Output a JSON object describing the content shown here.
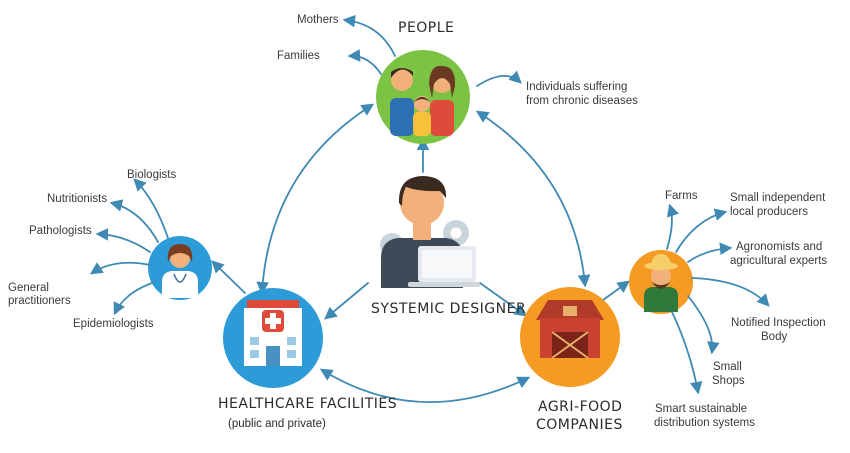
{
  "colors": {
    "arrow": "#3f8ab4",
    "people_circle": "#7cc243",
    "healthcare_circle": "#2d9bd8",
    "agrifood_circle": "#f59a23",
    "text": "#3a3a3a"
  },
  "people": {
    "title": "PEOPLE",
    "icon": "family-icon",
    "groups": [
      "Mothers",
      "Families",
      "Individuals suffering",
      "from chronic diseases"
    ]
  },
  "designer": {
    "title": "SYSTEMIC DESIGNER",
    "icon": "designer-laptop-icon"
  },
  "healthcare": {
    "title": "HEALTHCARE FACILITIES",
    "subtitle": "(public and private)",
    "icon": "hospital-icon",
    "staff_icon": "doctor-icon",
    "roles": [
      "Biologists",
      "Nutritionists",
      "Pathologists",
      "General",
      "practitioners",
      "Epidemiologists"
    ]
  },
  "agrifood": {
    "title_line1": "AGRI-FOOD",
    "title_line2": "COMPANIES",
    "icon": "barn-icon",
    "staff_icon": "farmer-icon",
    "actors": [
      "Farms",
      "Small independent",
      "local producers",
      "Agronomists and",
      "agricultural experts",
      "Notified Inspection",
      "Body",
      "Small",
      "Shops",
      "Smart sustainable",
      "distribution systems"
    ]
  }
}
